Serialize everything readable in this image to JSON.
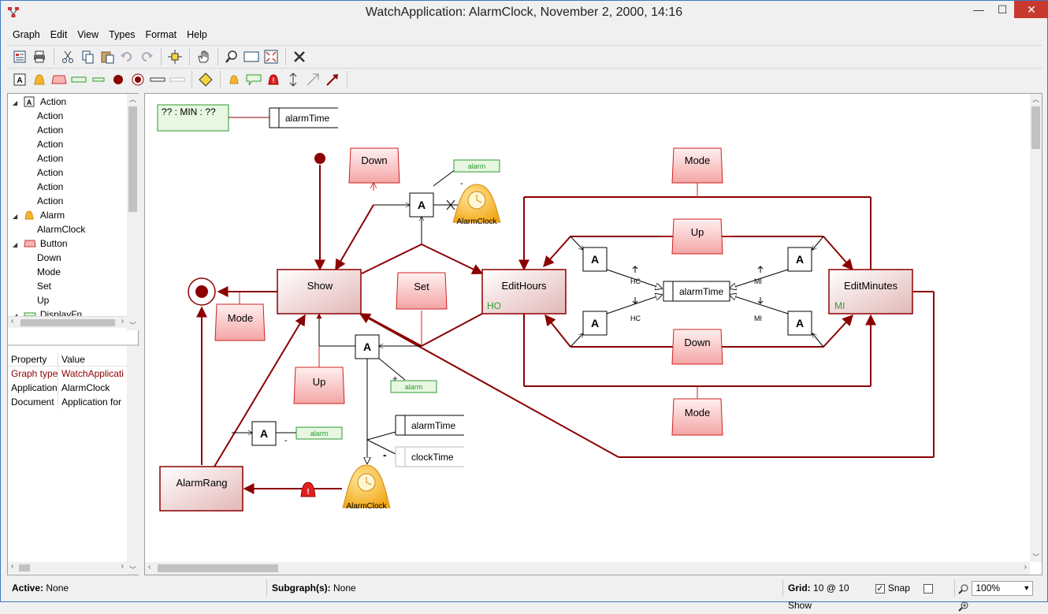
{
  "window": {
    "title": "WatchApplication: AlarmClock, November 2, 2000, 14:16",
    "min_glyph": "—",
    "max_glyph": "☐",
    "close_glyph": "✕"
  },
  "menu": [
    "Graph",
    "Edit",
    "View",
    "Types",
    "Format",
    "Help"
  ],
  "toolbar1": [
    "properties-icon",
    "print-icon",
    "sep",
    "cut-icon",
    "copy-icon",
    "paste-icon",
    "undo-icon",
    "redo-icon",
    "sep",
    "add-node-icon",
    "sep",
    "hand-icon",
    "sep",
    "zoom-icon",
    "fit-rect-icon",
    "fit-all-icon",
    "sep",
    "delete-icon"
  ],
  "toolbar2": [
    "action-node-icon",
    "alarm-node-icon",
    "button-node-icon",
    "displayfn-node-icon",
    "displayfn-small-icon",
    "state-node-icon",
    "final-node-icon",
    "slot-node-icon",
    "slot-light-icon",
    "sep",
    "junction-node-icon",
    "sep",
    "bell-edge-icon",
    "comment-edge-icon",
    "alarm-edge-icon",
    "bidirectional-edge-icon",
    "thin-arrow-icon",
    "bold-arrow-icon"
  ],
  "tree": {
    "items": [
      {
        "label": "Action",
        "level": 0,
        "expander": "◢",
        "icon": "action-icon"
      },
      {
        "label": "Action",
        "level": 1
      },
      {
        "label": "Action",
        "level": 1
      },
      {
        "label": "Action",
        "level": 1
      },
      {
        "label": "Action",
        "level": 1
      },
      {
        "label": "Action",
        "level": 1
      },
      {
        "label": "Action",
        "level": 1
      },
      {
        "label": "Action",
        "level": 1
      },
      {
        "label": "Alarm",
        "level": 0,
        "expander": "◢",
        "icon": "bell-icon"
      },
      {
        "label": "AlarmClock",
        "level": 1
      },
      {
        "label": "Button",
        "level": 0,
        "expander": "◢",
        "icon": "button-icon"
      },
      {
        "label": "Down",
        "level": 1
      },
      {
        "label": "Mode",
        "level": 1
      },
      {
        "label": "Set",
        "level": 1
      },
      {
        "label": "Up",
        "level": 1
      },
      {
        "label": "DisplayFn",
        "level": 0,
        "expander": "◢",
        "icon": "displayfn-icon"
      }
    ]
  },
  "properties": {
    "header": {
      "property": "Property",
      "value": "Value"
    },
    "rows": [
      {
        "property": "Graph type",
        "value": "WatchApplicati",
        "highlight": true
      },
      {
        "property": "Application",
        "value": "AlarmClock",
        "highlight": false
      },
      {
        "property": "Document",
        "value": "Application for",
        "highlight": false
      }
    ]
  },
  "diagram": {
    "display": {
      "text": "?? :  MIN  : ??",
      "slot": "alarmTime"
    },
    "states": {
      "show": "Show",
      "edit_hours": "EditHours",
      "edit_minutes": "EditMinutes",
      "alarm_rang": "AlarmRang"
    },
    "buttons": {
      "down_top": "Down",
      "mode_left": "Mode",
      "set": "Set",
      "up_left": "Up",
      "mode_right_top": "Mode",
      "up_right": "Up",
      "down_right": "Down",
      "mode_right_bottom": "Mode"
    },
    "actions": {
      "label": "A"
    },
    "alarm_tags": {
      "alarm": "alarm"
    },
    "alarm_clocks": {
      "label": "AlarmClock"
    },
    "slots": {
      "alarm_time": "alarmTime",
      "clock_time": "clockTime",
      "alarm_time_center": "alarmTime"
    },
    "small_labels": {
      "hc": "HC",
      "mi": "MI",
      "ho": "HO",
      "mi_state": "MI",
      "plus": "+",
      "minus": "-",
      "minus_big": "-"
    }
  },
  "status": {
    "active_label": "Active:",
    "active_value": "None",
    "subgraph_label": "Subgraph(s):",
    "subgraph_value": "None",
    "grid_label": "Grid:",
    "grid_value": "10 @ 10",
    "snap_label": "Snap",
    "snap_checked": true,
    "show_label": "Show",
    "show_checked": false,
    "zoom_value": "100%"
  },
  "colors": {
    "edge": "#8b0000",
    "state_fill": "#f3d6d6",
    "button_fill": "#f9b3b3",
    "display_fill": "#e7f7e1",
    "accent_green": "#2e9a2e",
    "bell": "#f7b431"
  }
}
